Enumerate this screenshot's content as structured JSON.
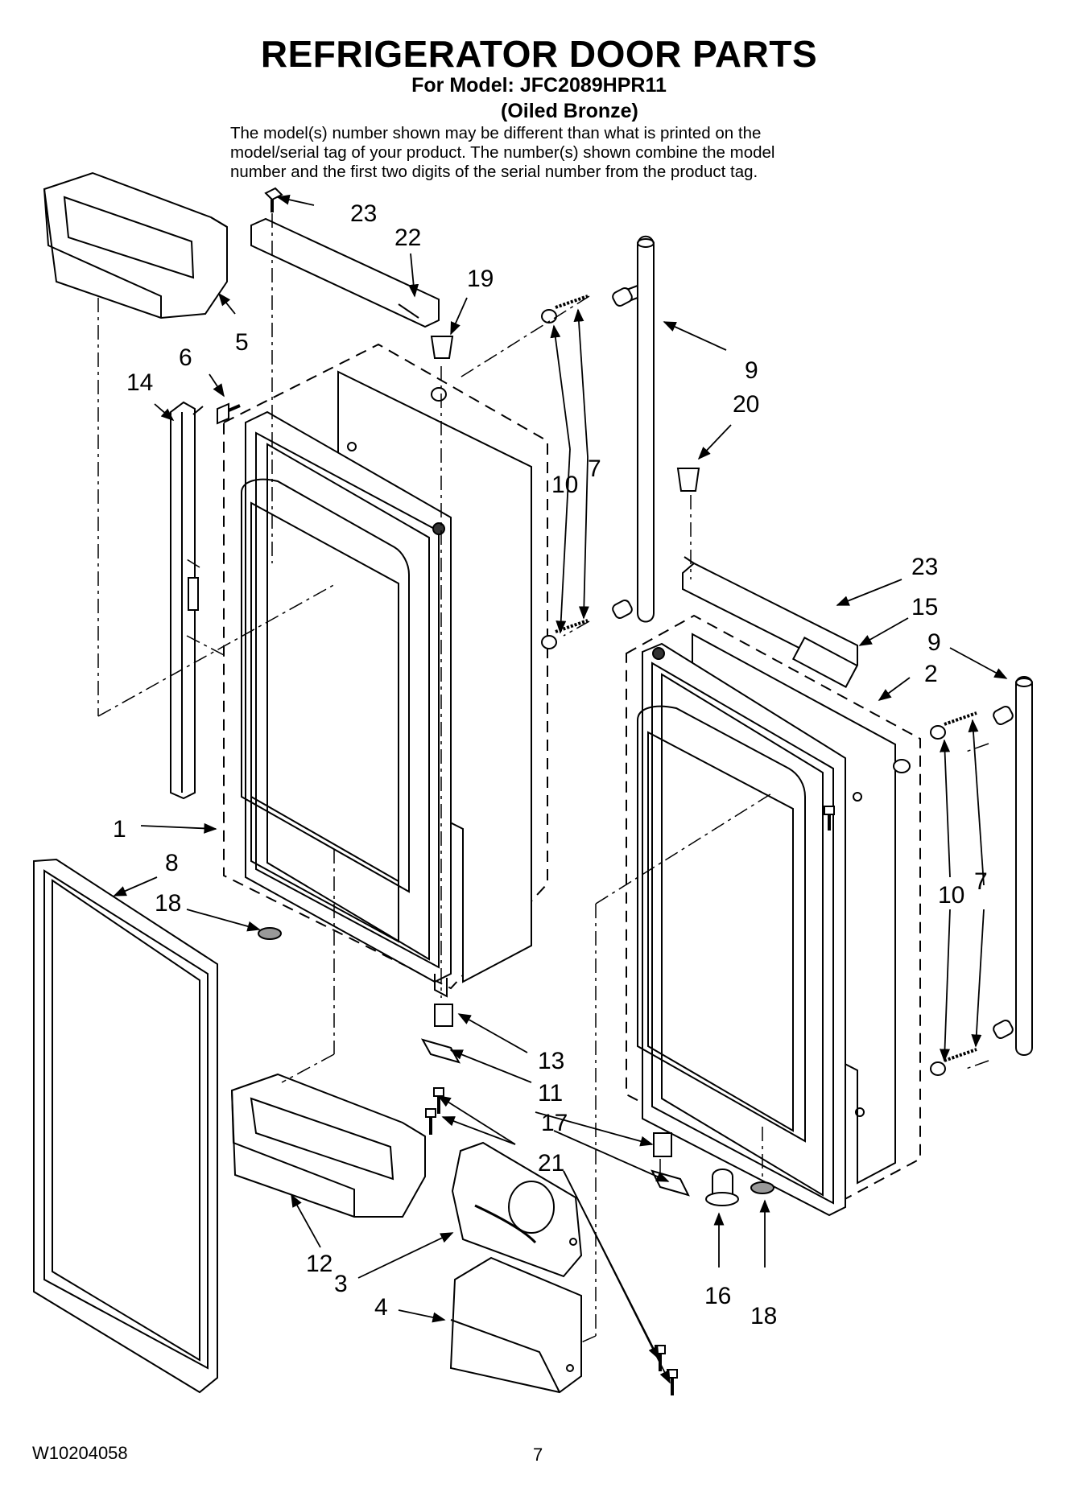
{
  "header": {
    "title": "REFRIGERATOR DOOR PARTS",
    "model_line": "For Model: JFC2089HPR11",
    "finish": "(Oiled Bronze)",
    "note_lines": [
      "The model(s) number shown may be different than what is printed on the",
      "model/serial tag of your product. The number(s) shown combine the model",
      "number and the first two digits of the serial number from the product tag."
    ]
  },
  "callouts": {
    "c23a": "23",
    "c22": "22",
    "c19": "19",
    "c5": "5",
    "c6": "6",
    "c14": "14",
    "c9a": "9",
    "c20": "20",
    "c10a": "10",
    "c7a": "7",
    "c23b": "23",
    "c15": "15",
    "c9b": "9",
    "c2": "2",
    "c1": "1",
    "c8": "8",
    "c18a": "18",
    "c10b": "10",
    "c7b": "7",
    "c13": "13",
    "c11": "11",
    "c17": "17",
    "c21": "21",
    "c12": "12",
    "c3": "3",
    "c4": "4",
    "c16": "16",
    "c18b": "18"
  },
  "footer": {
    "doc_number": "W10204058",
    "page": "7"
  }
}
